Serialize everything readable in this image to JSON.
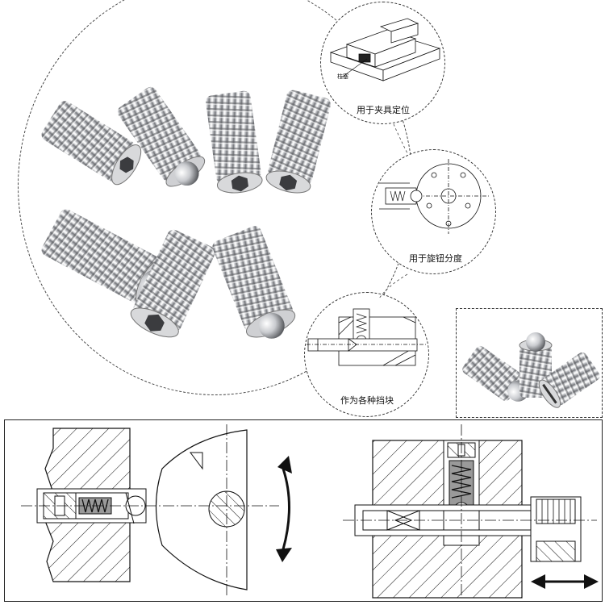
{
  "callouts": {
    "fixture": {
      "caption": "用于夹具定位",
      "part_label": "柱塞"
    },
    "rotary": {
      "caption": "用于旋钮分度"
    },
    "stop": {
      "caption": "作为各种挡块"
    }
  },
  "icons": [
    "ball-plunger-screw",
    "spring-icon",
    "rotate-arrow-icon",
    "horizontal-double-arrow-icon",
    "hex-socket-icon"
  ],
  "colors": {
    "line": "#111111",
    "dash": "#333333",
    "steel_light": "#e9e9ea",
    "steel_dark": "#8a8c90"
  }
}
